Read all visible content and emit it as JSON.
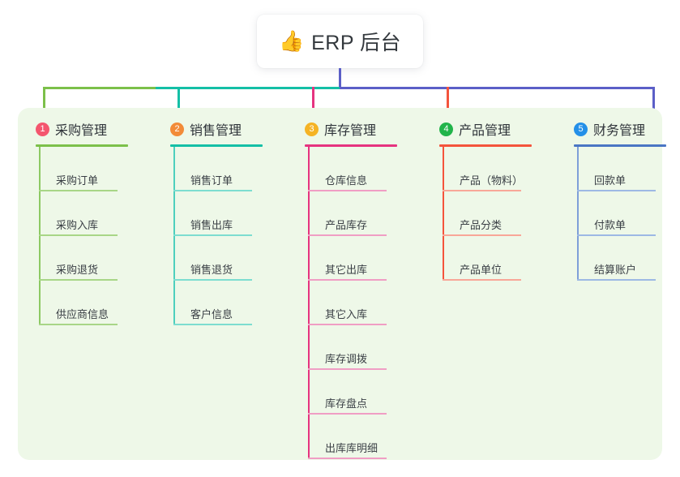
{
  "root": {
    "emoji": "👍",
    "emoji_name": "thumbs-up-icon",
    "title": "ERP 后台"
  },
  "colors": {
    "panel_background": "#eef8e8",
    "root_connector": "#5b5fc7",
    "bus_left": "#7cc04a",
    "bus_middle": "#14bfa6",
    "bus_right": "#5b5fc7"
  },
  "columns": [
    {
      "index": "1",
      "badge_color": "#f4566e",
      "line_color": "#7cc04a",
      "title": "采购管理",
      "items": [
        {
          "label": "采购订单"
        },
        {
          "label": "采购入库"
        },
        {
          "label": "采购退货"
        },
        {
          "label": "供应商信息"
        }
      ]
    },
    {
      "index": "2",
      "badge_color": "#f28b38",
      "line_color": "#14bfa6",
      "title": "销售管理",
      "items": [
        {
          "label": "销售订单"
        },
        {
          "label": "销售出库"
        },
        {
          "label": "销售退货"
        },
        {
          "label": "客户信息"
        }
      ]
    },
    {
      "index": "3",
      "badge_color": "#f5b324",
      "line_color": "#e6337f",
      "title": "库存管理",
      "items": [
        {
          "label": "仓库信息"
        },
        {
          "label": "产品库存"
        },
        {
          "label": "其它出库"
        },
        {
          "label": "其它入库"
        },
        {
          "label": "库存调拨"
        },
        {
          "label": "库存盘点"
        },
        {
          "label": "出库库明细"
        }
      ]
    },
    {
      "index": "4",
      "badge_color": "#21b44a",
      "line_color": "#f4543c",
      "title": "产品管理",
      "items": [
        {
          "label": "产品（物料）"
        },
        {
          "label": "产品分类"
        },
        {
          "label": "产品单位"
        }
      ]
    },
    {
      "index": "5",
      "badge_color": "#2490e8",
      "line_color": "#4a76c4",
      "title": "财务管理",
      "items": [
        {
          "label": "回款单"
        },
        {
          "label": "付款单"
        },
        {
          "label": "结算账户"
        }
      ]
    }
  ]
}
